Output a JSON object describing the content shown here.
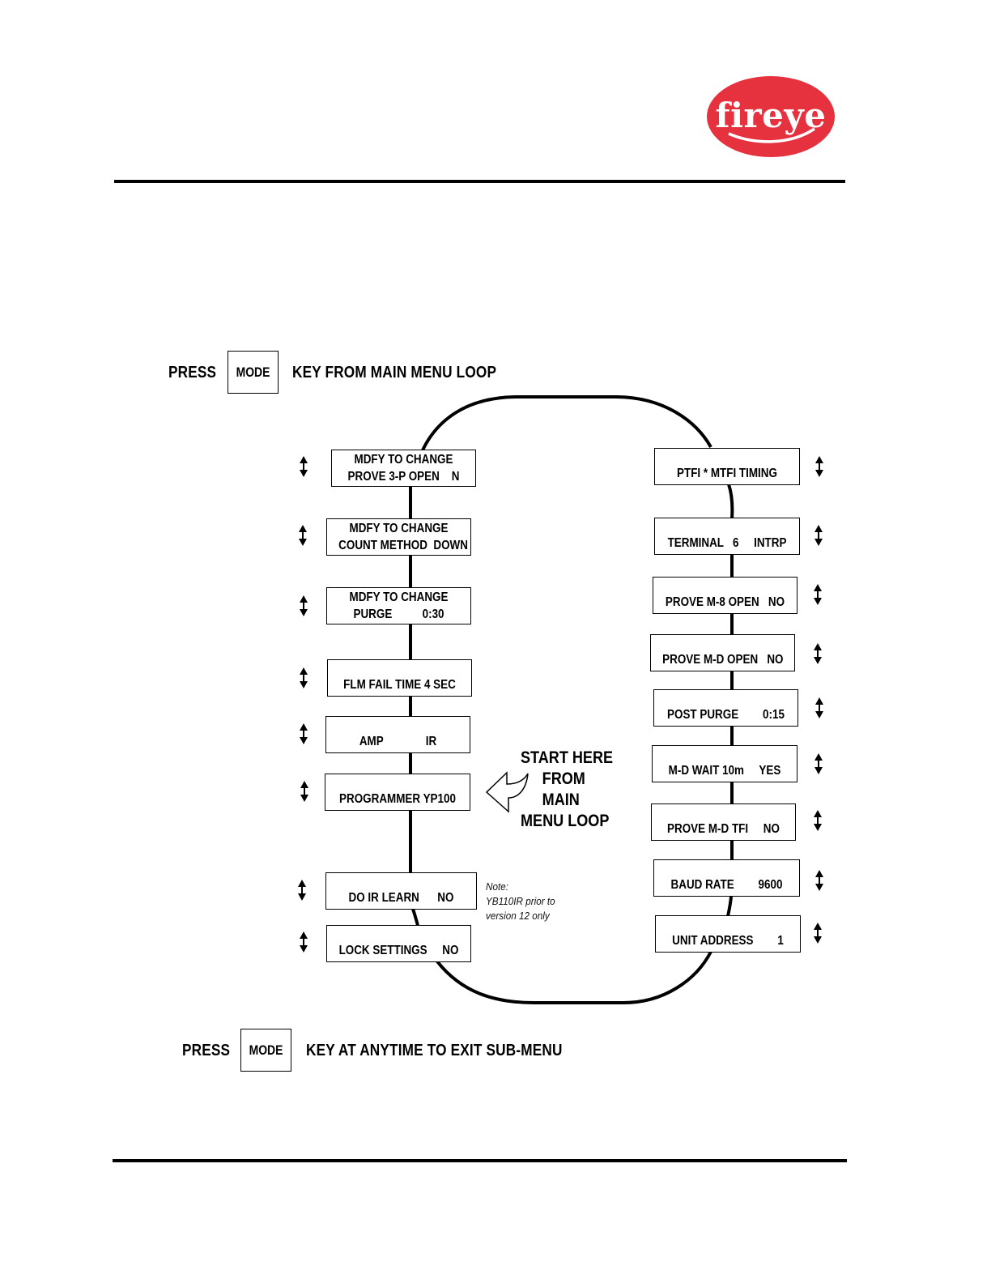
{
  "brand": {
    "logo_text": "fireye",
    "logo_color": "#e5323e"
  },
  "header": {
    "press_label": "PRESS",
    "mode_key": "MODE",
    "instruction": "KEY FROM MAIN MENU LOOP"
  },
  "footer": {
    "press_label": "PRESS",
    "mode_key": "MODE",
    "instruction": "KEY AT ANYTIME TO EXIT SUB-MENU"
  },
  "left_items": [
    {
      "line1": "MDFY TO CHANGE",
      "line2": "PROVE 3-P OPEN    N"
    },
    {
      "line1": "MDFY TO CHANGE",
      "line2": "COUNT METHOD  DOWN"
    },
    {
      "line1": "MDFY TO CHANGE",
      "line2": "PURGE          0:30"
    },
    {
      "line1": "",
      "line2": "FLM FAIL TIME 4 SEC"
    },
    {
      "line1": "",
      "line2": "AMP              IR"
    },
    {
      "line1": "",
      "line2": "PROGRAMMER YP100"
    },
    {
      "line1": "",
      "line2": "DO IR LEARN      NO"
    },
    {
      "line1": "",
      "line2": "LOCK SETTINGS     NO"
    }
  ],
  "right_items": [
    {
      "line2": "PTFI * MTFI TIMING"
    },
    {
      "line2": "TERMINAL   6     INTRP"
    },
    {
      "line2": "PROVE M-8 OPEN   NO"
    },
    {
      "line2": "PROVE M-D OPEN   NO"
    },
    {
      "line2": "POST PURGE        0:15"
    },
    {
      "line2": "M-D WAIT 10m     YES"
    },
    {
      "line2": "PROVE M-D TFI     NO"
    },
    {
      "line2": "BAUD RATE        9600"
    },
    {
      "line2": "UNIT ADDRESS        1"
    }
  ],
  "start": {
    "line1": "START HERE",
    "line2": "FROM",
    "line3": "MAIN",
    "line4": "MENU LOOP"
  },
  "note": {
    "line1": "Note:",
    "line2": "YB110IR prior to",
    "line3": "version 12 only"
  }
}
